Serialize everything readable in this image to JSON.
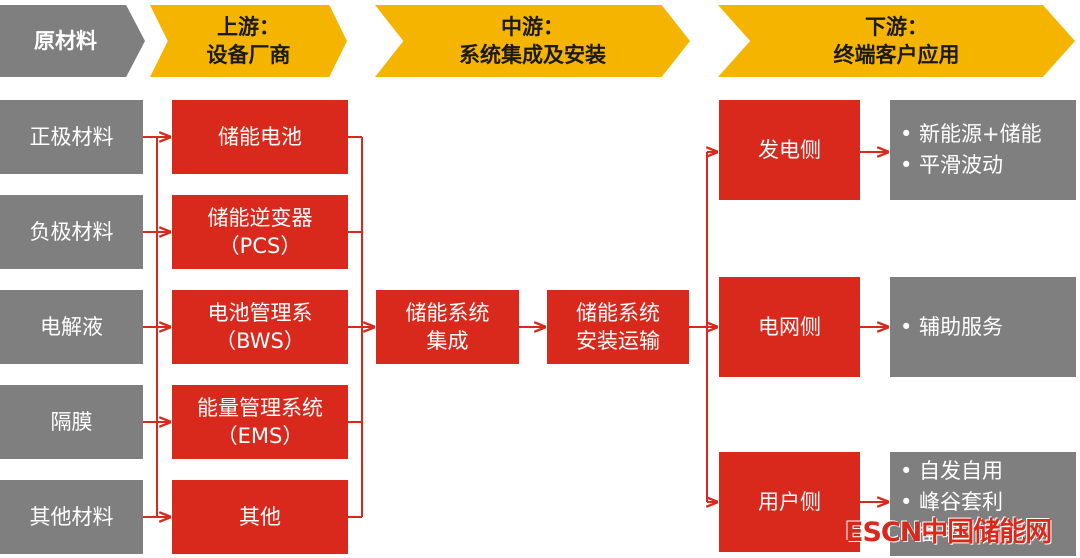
{
  "headers": {
    "raw": "原材料",
    "upstream": [
      "上游：",
      "设备厂商"
    ],
    "midstream": [
      "中游：",
      "系统集成及安装"
    ],
    "downstream": [
      "下游：",
      "终端客户应用"
    ]
  },
  "raw_materials": [
    "正极材料",
    "负极材料",
    "电解液",
    "隔膜",
    "其他材料"
  ],
  "upstream_items": [
    [
      "储能电池"
    ],
    [
      "储能逆变器",
      "（PCS）"
    ],
    [
      "电池管理系",
      "（BWS）"
    ],
    [
      "能量管理系统",
      "（EMS）"
    ],
    [
      "其他"
    ]
  ],
  "midstream_items": [
    [
      "储能系统",
      "集成"
    ],
    [
      "储能系统",
      "安装运输"
    ]
  ],
  "downstream_sides": [
    "发电侧",
    "电网侧",
    "用户侧"
  ],
  "applications": [
    [
      "• 新能源+储能",
      "• 平滑波动"
    ],
    [
      "• 辅助服务"
    ],
    [
      "• 自发自用",
      "• 峰谷套利",
      "• 备电"
    ]
  ],
  "watermark": "ESCN中国储能网",
  "colors": {
    "red": "#d9291c",
    "gray": "#7f7f7f",
    "gold": "#f5b400"
  }
}
